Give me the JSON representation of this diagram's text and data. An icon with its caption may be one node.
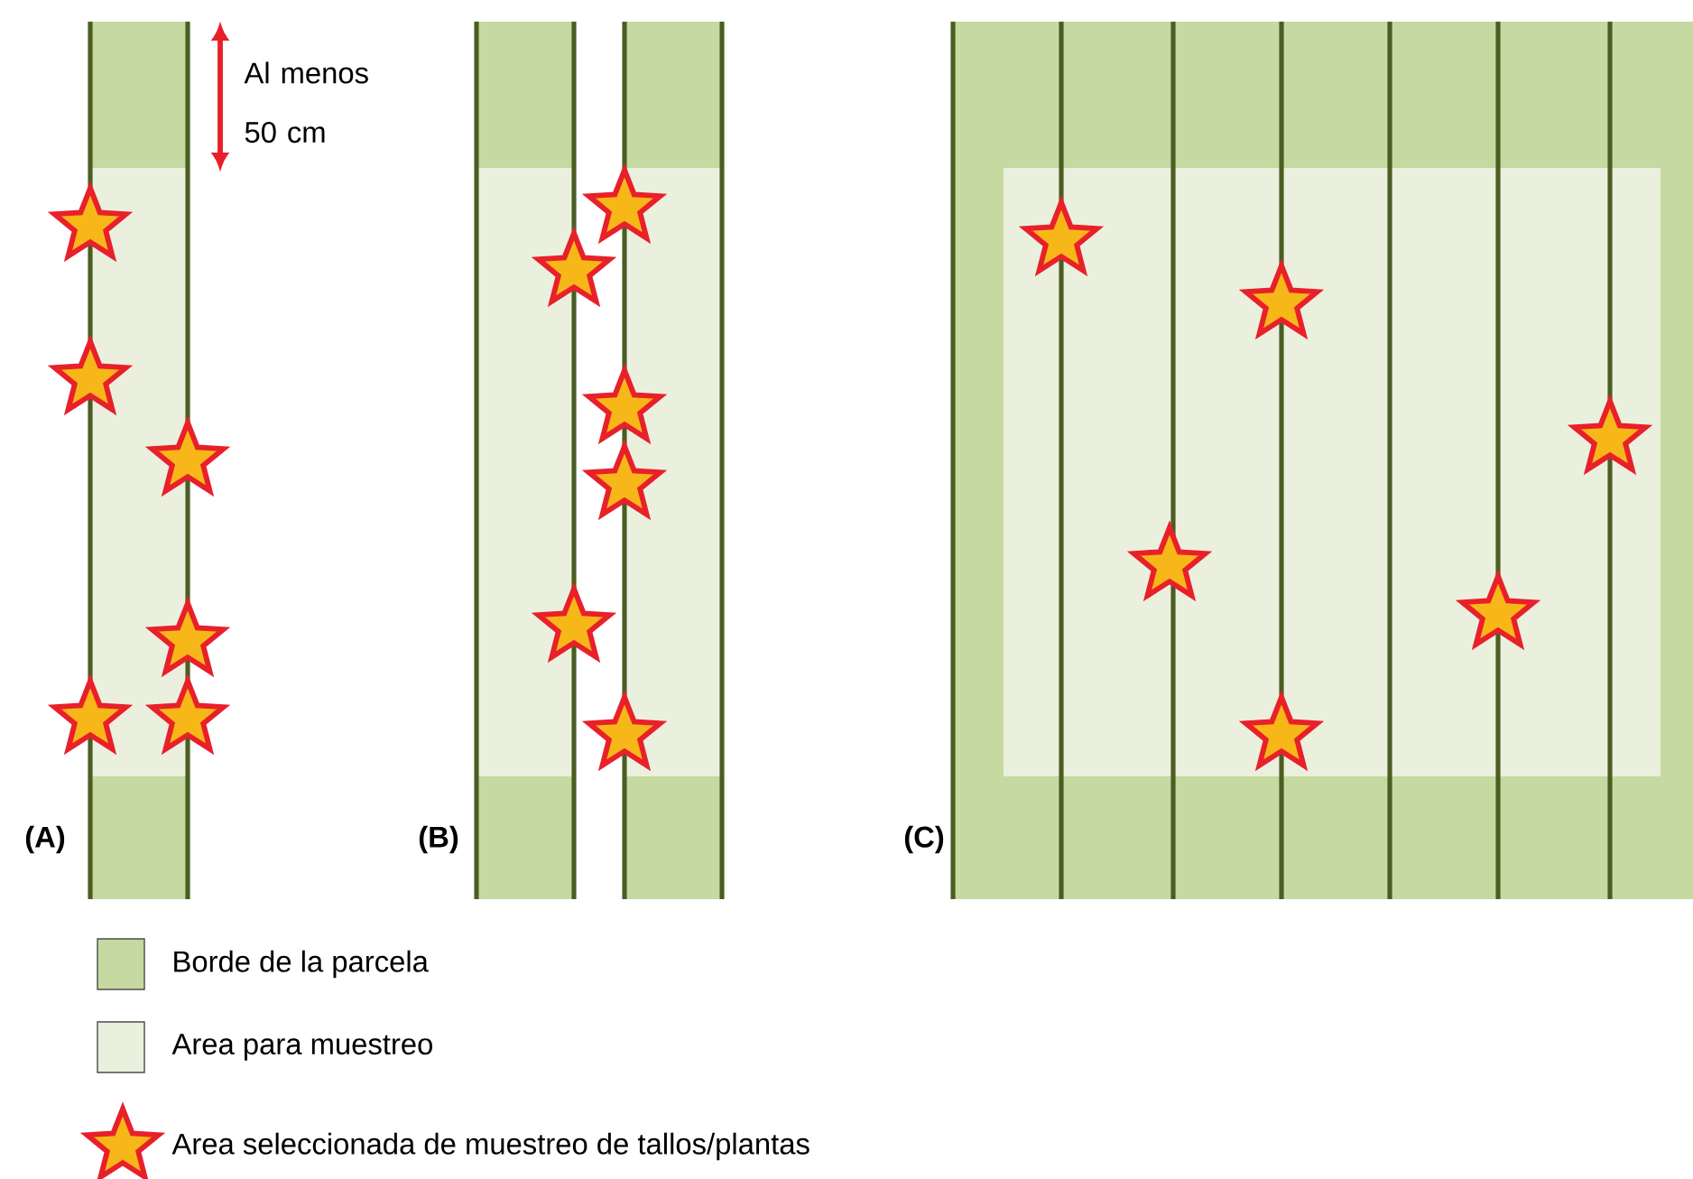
{
  "diagram": {
    "labels": [
      "Al menos 50 cm",
      "(A)",
      "(B)",
      "(C)"
    ],
    "legend": [
      {
        "text": "Borde de la parcela",
        "color": "#c5d9a0"
      },
      {
        "text": "Area para muestreo",
        "color": "#ebf0de"
      },
      {
        "text": "Area seleccionada de muestreo de tallos/plantas"
      }
    ]
  }
}
